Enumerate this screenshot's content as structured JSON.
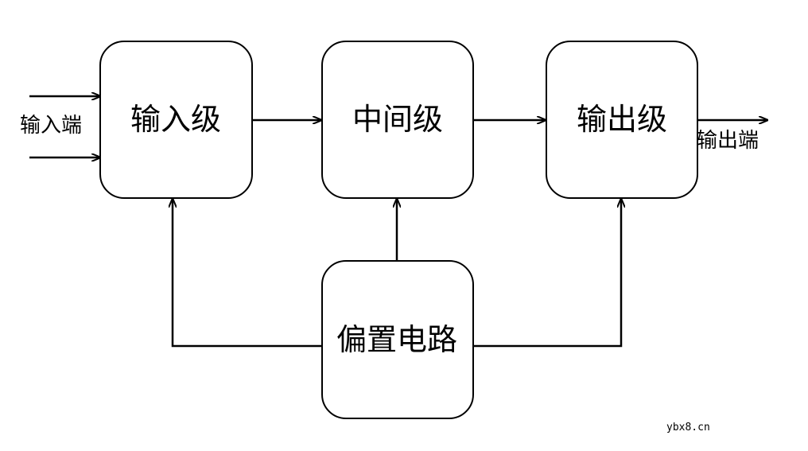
{
  "blocks": {
    "input_stage": "输入级",
    "middle_stage": "中间级",
    "output_stage": "输出级",
    "bias_circuit": "偏置电路"
  },
  "io": {
    "input_terminal": "输入端",
    "output_terminal": "输出端"
  },
  "watermark": "ybx8.cn",
  "colors": {
    "stroke": "#000000",
    "background": "#ffffff"
  }
}
